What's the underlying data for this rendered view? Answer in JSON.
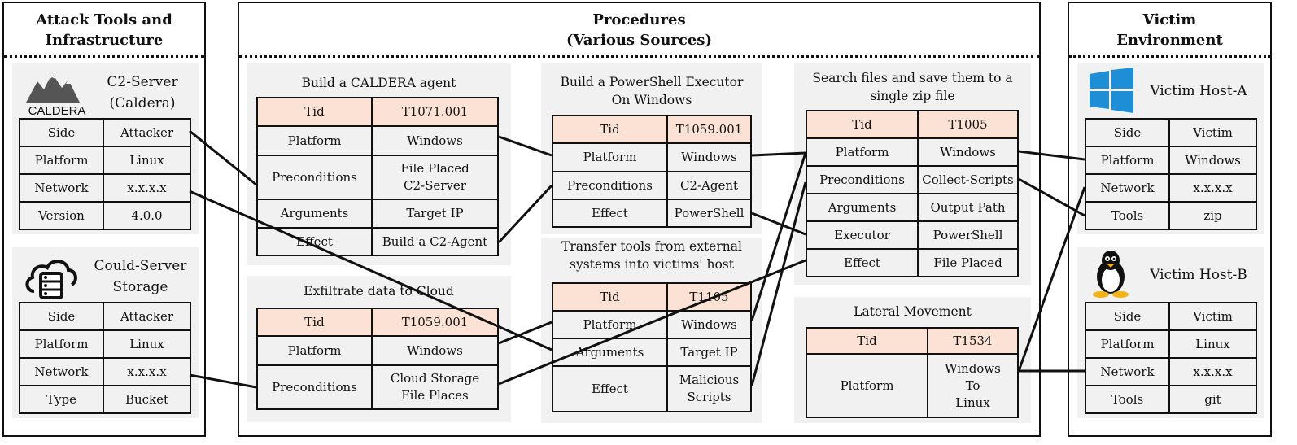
{
  "sections": {
    "attack": "Attack Tools and\nInfrastructure",
    "procedures": "Procedures\n(Various Sources)",
    "victim": "Victim\nEnvironment"
  },
  "caldera_logo_text": "CALDERA",
  "c2": {
    "title": "C2-Server\n(Caldera)",
    "rows": [
      [
        "Side",
        "Attacker"
      ],
      [
        "Platform",
        "Linux"
      ],
      [
        "Network",
        "x.x.x.x"
      ],
      [
        "Version",
        "4.0.0"
      ]
    ]
  },
  "storage": {
    "title": "Could-Server\nStorage",
    "rows": [
      [
        "Side",
        "Attacker"
      ],
      [
        "Platform",
        "Linux"
      ],
      [
        "Network",
        "x.x.x.x"
      ],
      [
        "Type",
        "Bucket"
      ]
    ]
  },
  "p_build_agent": {
    "title": "Build a CALDERA agent",
    "rows": [
      [
        "Tid",
        "T1071.001"
      ],
      [
        "Platform",
        "Windows"
      ],
      [
        "Preconditions",
        "File Placed\nC2-Server"
      ],
      [
        "Arguments",
        "Target IP"
      ],
      [
        "Effect",
        "Build a C2-Agent"
      ]
    ]
  },
  "p_exfil": {
    "title": "Exfiltrate data to Cloud",
    "rows": [
      [
        "Tid",
        "T1059.001"
      ],
      [
        "Platform",
        "Windows"
      ],
      [
        "Preconditions",
        "Cloud Storage\nFile Places"
      ]
    ]
  },
  "p_powershell": {
    "title": "Build a PowerShell Executor\nOn Windows",
    "rows": [
      [
        "Tid",
        "T1059.001"
      ],
      [
        "Platform",
        "Windows"
      ],
      [
        "Preconditions",
        "C2-Agent"
      ],
      [
        "Effect",
        "PowerShell"
      ]
    ]
  },
  "p_transfer": {
    "title": "Transfer tools from external\nsystems into victims' host",
    "rows": [
      [
        "Tid",
        "T1105"
      ],
      [
        "Platform",
        "Windows"
      ],
      [
        "Arguments",
        "Target IP"
      ],
      [
        "Effect",
        "Malicious\nScripts"
      ]
    ]
  },
  "p_search": {
    "title": "Search files and save them to a\nsingle zip file",
    "rows": [
      [
        "Tid",
        "T1005"
      ],
      [
        "Platform",
        "Windows"
      ],
      [
        "Preconditions",
        "Collect-Scripts"
      ],
      [
        "Arguments",
        "Output Path"
      ],
      [
        "Executor",
        "PowerShell"
      ],
      [
        "Effect",
        "File Placed"
      ]
    ]
  },
  "p_lateral": {
    "title": "Lateral Movement",
    "rows": [
      [
        "Tid",
        "T1534"
      ],
      [
        "Platform",
        "Windows\nTo\nLinux"
      ]
    ]
  },
  "host_a": {
    "title": "Victim Host-A",
    "rows": [
      [
        "Side",
        "Victim"
      ],
      [
        "Platform",
        "Windows"
      ],
      [
        "Network",
        "x.x.x.x"
      ],
      [
        "Tools",
        "zip"
      ]
    ]
  },
  "host_b": {
    "title": "Victim Host-B",
    "rows": [
      [
        "Side",
        "Victim"
      ],
      [
        "Platform",
        "Linux"
      ],
      [
        "Network",
        "x.x.x.x"
      ],
      [
        "Tools",
        "git"
      ]
    ]
  }
}
